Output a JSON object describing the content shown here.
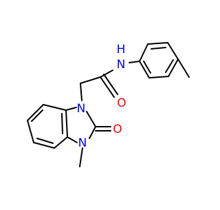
{
  "molecule": {
    "atom_labels": {
      "amide_n": "N",
      "amide_h": "H",
      "carbonyl_o": "O",
      "ring_n1": "N",
      "ring_n3": "N",
      "urea_o": "O"
    },
    "colors": {
      "bond": "#000000",
      "nitrogen": "#0000ff",
      "oxygen": "#ff0000",
      "background": "#ffffff"
    }
  }
}
